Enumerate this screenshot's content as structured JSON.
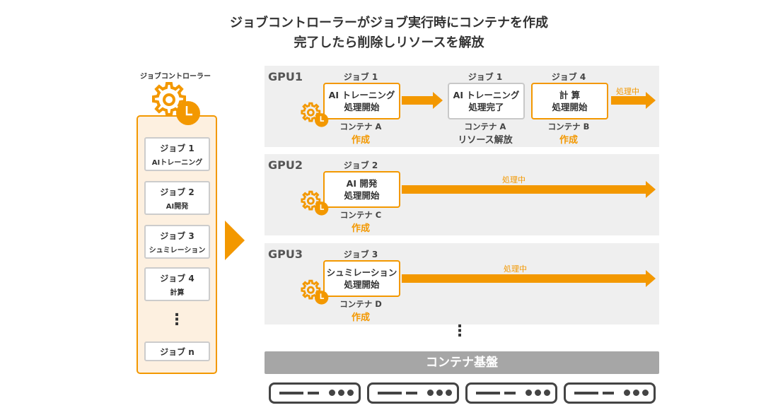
{
  "title": {
    "line1": "ジョブコントローラーがジョブ実行時にコンテナを作成",
    "line2": "完了したら削除しリソースを解放"
  },
  "controller": {
    "label": "ジョブコントローラー",
    "icon": "gear-clock-icon",
    "jobs": [
      {
        "name": "ジョブ 1",
        "desc": "AIトレーニング"
      },
      {
        "name": "ジョブ 2",
        "desc": "AI開発"
      },
      {
        "name": "ジョブ 3",
        "desc": "シュミレーション"
      },
      {
        "name": "ジョブ 4",
        "desc": "計算"
      }
    ],
    "ellipsis": "⋮",
    "last_job": "ジョブ n"
  },
  "gpus": [
    {
      "label": "GPU1",
      "steps": [
        {
          "job": "ジョブ 1",
          "line1": "AI トレーニング",
          "line2": "処理開始",
          "container": "コンテナ A",
          "status": "作成"
        },
        {
          "job": "ジョブ 1",
          "line1": "AI トレーニング",
          "line2": "処理完了",
          "container": "コンテナ A",
          "status": "リソース解放"
        },
        {
          "job": "ジョブ 4",
          "line1": "計 算",
          "line2": "処理開始",
          "container": "コンテナ B",
          "status": "作成"
        }
      ],
      "processing": "処理中"
    },
    {
      "label": "GPU2",
      "steps": [
        {
          "job": "ジョブ 2",
          "line1": "AI 開発",
          "line2": "処理開始",
          "container": "コンテナ C",
          "status": "作成"
        }
      ],
      "processing": "処理中"
    },
    {
      "label": "GPU3",
      "steps": [
        {
          "job": "ジョブ 3",
          "line1": "シュミレーション",
          "line2": "処理開始",
          "container": "コンテナ D",
          "status": "作成"
        }
      ],
      "processing": "処理中"
    }
  ],
  "more": "⋮",
  "base": {
    "label": "コンテナ基盤"
  },
  "colors": {
    "accent": "#f39800",
    "panel": "#fdf0e0",
    "gpu_bg": "#efefef",
    "base": "#a6a6a6"
  }
}
